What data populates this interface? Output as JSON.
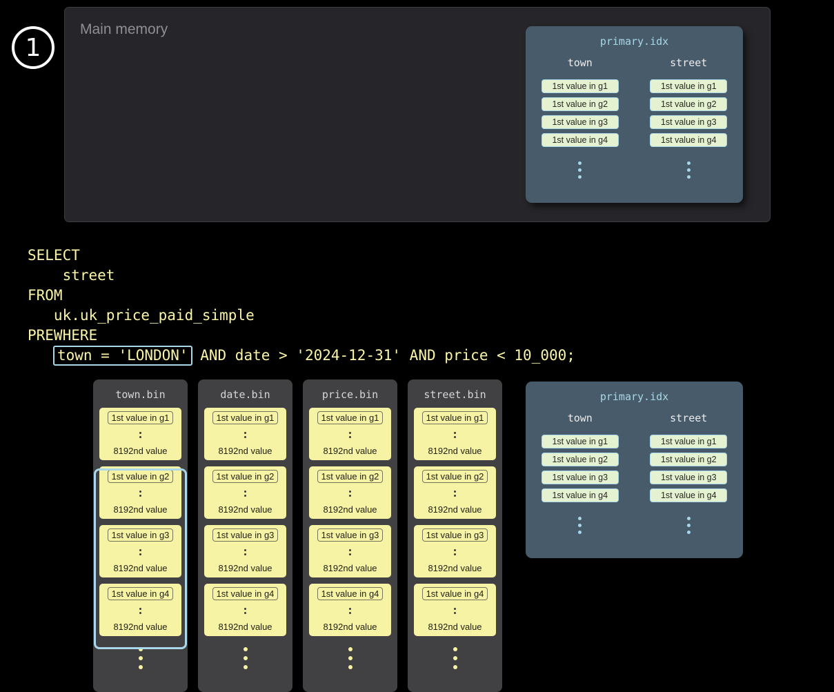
{
  "step": {
    "number": "1"
  },
  "main_memory": {
    "title": "Main memory"
  },
  "primary_idx_memory": {
    "title": "primary.idx",
    "col1_header": "town",
    "col2_header": "street",
    "col1": [
      "1st value in g1",
      "1st value in g2",
      "1st value in g3",
      "1st value in g4"
    ],
    "col2": [
      "1st value in g1",
      "1st value in g2",
      "1st value in g3",
      "1st value in g4"
    ]
  },
  "primary_idx_disk": {
    "title": "primary.idx",
    "col1_header": "town",
    "col2_header": "street",
    "col1": [
      "1st value in g1",
      "1st value in g2",
      "1st value in g3",
      "1st value in g4"
    ],
    "col2": [
      "1st value in g1",
      "1st value in g2",
      "1st value in g3",
      "1st value in g4"
    ]
  },
  "sql": {
    "line1": "SELECT",
    "line2": "    street",
    "line3": "FROM",
    "line4": "   uk.uk_price_paid_simple",
    "line5": "PREWHERE",
    "line6_indent": "   ",
    "line6_highlight": "town = 'LONDON'",
    "line6_rest": " AND date > '2024-12-31' AND price < 10_000;"
  },
  "bin_columns": [
    {
      "title": "town.bin",
      "selected": true,
      "blocks": [
        {
          "first": "1st value in g1",
          "last": "8192nd value"
        },
        {
          "first": "1st value in g2",
          "last": "8192nd value"
        },
        {
          "first": "1st value in g3",
          "last": "8192nd value"
        },
        {
          "first": "1st value in g4",
          "last": "8192nd value"
        }
      ]
    },
    {
      "title": "date.bin",
      "selected": false,
      "blocks": [
        {
          "first": "1st value in g1",
          "last": "8192nd value"
        },
        {
          "first": "1st value in g2",
          "last": "8192nd value"
        },
        {
          "first": "1st value in g3",
          "last": "8192nd value"
        },
        {
          "first": "1st value in g4",
          "last": "8192nd value"
        }
      ]
    },
    {
      "title": "price.bin",
      "selected": false,
      "blocks": [
        {
          "first": "1st value in g1",
          "last": "8192nd value"
        },
        {
          "first": "1st value in g2",
          "last": "8192nd value"
        },
        {
          "first": "1st value in g3",
          "last": "8192nd value"
        },
        {
          "first": "1st value in g4",
          "last": "8192nd value"
        }
      ]
    },
    {
      "title": "street.bin",
      "selected": false,
      "blocks": [
        {
          "first": "1st value in g1",
          "last": "8192nd value"
        },
        {
          "first": "1st value in g2",
          "last": "8192nd value"
        },
        {
          "first": "1st value in g3",
          "last": "8192nd value"
        },
        {
          "first": "1st value in g4",
          "last": "8192nd value"
        }
      ]
    }
  ],
  "colors": {
    "background": "#000000",
    "memory_panel_bg": "#26262a",
    "idx_panel_bg": "#485b6a",
    "idx_chip_bg": "#e5f2d2",
    "idx_chip_border": "#a9d7e8",
    "sql_text": "#faf5a8",
    "highlight_border": "#a8d8ea",
    "bin_column_bg": "#414144",
    "granule_block_bg": "#f7f3a4"
  }
}
